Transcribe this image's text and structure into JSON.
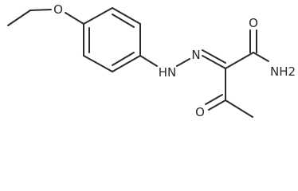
{
  "molecule": {
    "atoms": {
      "ether_oxygen": "O",
      "hydrazone_nh": "HN",
      "hydrazone_n": "N",
      "amide_oxygen": "O",
      "amide_nh2": "NH2",
      "ketone_oxygen": "O"
    },
    "colors": {
      "bond": "#2b2b2b",
      "label": "#2b2b2b",
      "background": "#ffffff"
    }
  }
}
